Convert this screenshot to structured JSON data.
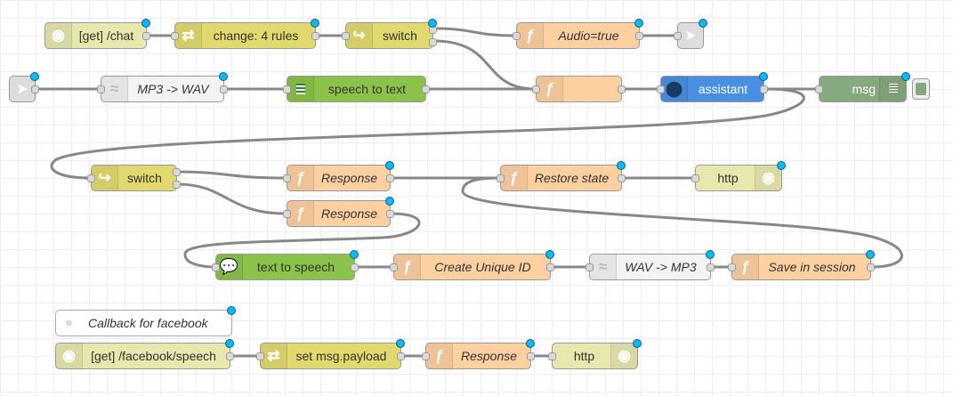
{
  "colors": {
    "http": "#e7e7ae",
    "change": "#e2d96e",
    "switch": "#e2d96e",
    "function": "#fdd0a2",
    "link": "#dddddd",
    "wav": "#f3f3f3",
    "speech": "#8bc34a",
    "assistant": "#4a90e2",
    "debug": "#87a980",
    "comment": "#ffffff"
  },
  "nodes": {
    "get_chat": "[get] /chat",
    "change_rules": "change: 4 rules",
    "switch_top": "switch",
    "audio_true": "Audio=true",
    "mp3_wav": "MP3 -> WAV",
    "speech_to_text": "speech to text",
    "func_blank": "",
    "assistant": "assistant",
    "msg": "msg",
    "switch_mid": "switch",
    "response1": "Response",
    "restore_state": "Restore state",
    "http_out1": "http",
    "response2": "Response",
    "text_to_speech": "text to speech",
    "create_unique_id": "Create Unique ID",
    "wav_mp3": "WAV -> MP3",
    "save_in_session": "Save in session",
    "comment_fb": "Callback for facebook",
    "get_fb_speech": "[get] /facebook/speech",
    "set_msg_payload": "set msg.payload",
    "response3": "Response",
    "http_out2": "http"
  },
  "icons": {
    "http_in": "globe-icon",
    "change": "shuffle-icon",
    "switch": "switch-icon",
    "function": "function-icon",
    "link_out": "link-out-icon",
    "link_in": "link-in-icon",
    "wav": "wave-icon",
    "speech_to_text": "transcript-icon",
    "assistant": "assistant-icon",
    "debug": "debug-list-icon",
    "tts": "chat-bubble-icon",
    "http_out": "globe-icon",
    "comment": "comment-icon"
  }
}
